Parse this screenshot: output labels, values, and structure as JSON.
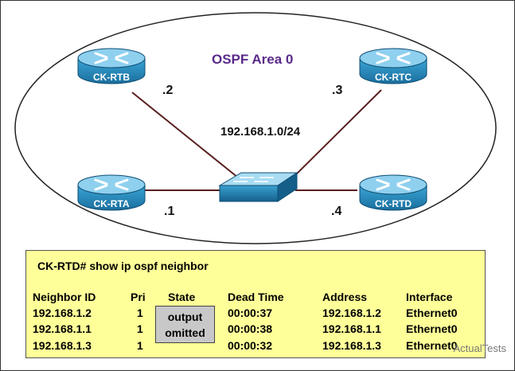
{
  "area": {
    "title": "OSPF Area 0"
  },
  "network": {
    "subnet": "192.168.1.0/24"
  },
  "routers": [
    {
      "name": "CK-RTB",
      "suffix": ".2"
    },
    {
      "name": "CK-RTC",
      "suffix": ".3"
    },
    {
      "name": "CK-RTA",
      "suffix": ".1"
    },
    {
      "name": "CK-RTD",
      "suffix": ".4"
    }
  ],
  "cli": {
    "command": "CK-RTD# show ip ospf neighbor",
    "headers": [
      "Neighbor ID",
      "Pri",
      "State",
      "Dead Time",
      "Address",
      "Interface"
    ],
    "state_line1": "output",
    "state_line2": "omitted",
    "rows": [
      {
        "neighbor_id": "192.168.1.2",
        "pri": "1",
        "dead_time": "00:00:37",
        "address": "192.168.1.2",
        "interface": "Ethernet0"
      },
      {
        "neighbor_id": "192.168.1.1",
        "pri": "1",
        "dead_time": "00:00:38",
        "address": "192.168.1.1",
        "interface": "Ethernet0"
      },
      {
        "neighbor_id": "192.168.1.3",
        "pri": "1",
        "dead_time": "00:00:32",
        "address": "192.168.1.3",
        "interface": "Ethernet0"
      }
    ]
  },
  "watermark": "ActualTests",
  "colors": {
    "router_body": "#2a8fc0",
    "router_top": "#8fd0ef",
    "cli_background": "#ffff99",
    "area_title": "#5a2a8a"
  }
}
